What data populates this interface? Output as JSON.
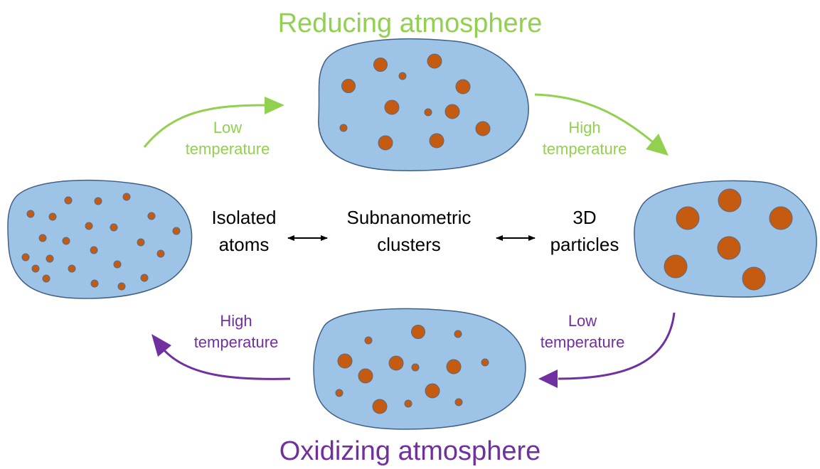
{
  "colors": {
    "support_fill": "#9dc3e6",
    "support_stroke": "#3f5f86",
    "metal_fill": "#c55a11",
    "metal_stroke": "#5a6a80",
    "reducing": "#92d050",
    "oxidizing": "#7030a0",
    "text": "#000000"
  },
  "titles": {
    "reducing": "Reducing atmosphere",
    "oxidizing": "Oxidizing atmosphere"
  },
  "conditions": {
    "top_left": {
      "line1": "Low",
      "line2": "temperature"
    },
    "top_right": {
      "line1": "High",
      "line2": "temperature"
    },
    "bottom_right": {
      "line1": "Low",
      "line2": "temperature"
    },
    "bottom_left": {
      "line1": "High",
      "line2": "temperature"
    }
  },
  "states": {
    "left": {
      "line1": "Isolated",
      "line2": "atoms"
    },
    "middle": {
      "line1": "Subnanometric",
      "line2": "clusters"
    },
    "right": {
      "line1": "3D",
      "line2": "particles"
    }
  },
  "icons": {
    "equilibrium_left": "double-headed-arrow-icon",
    "equilibrium_right": "double-headed-arrow-icon"
  }
}
